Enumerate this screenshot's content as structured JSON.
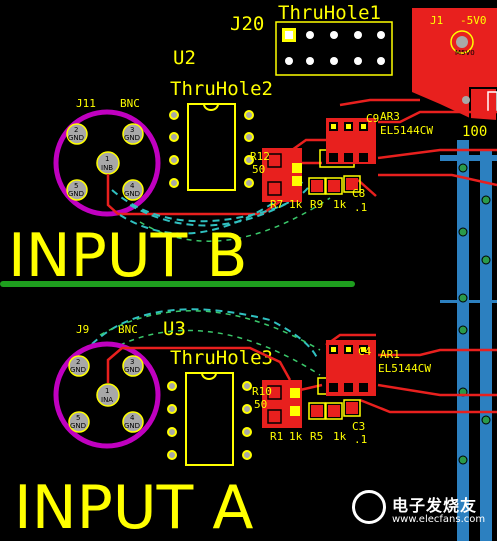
{
  "labels": {
    "j20": "J20",
    "thruhole1": "ThruHole1",
    "j1": "J1",
    "j1_5v": "-5V0",
    "j1_m5v0": "M5V0",
    "u2": "U2",
    "thruhole2": "ThruHole2",
    "j11": "J11",
    "bnc_top": "BNC",
    "ar3": "AR3",
    "el5144cw_top": "EL5144CW",
    "r12": "R12",
    "r12_val": "50",
    "r7": "R7",
    "r7_val": "1k",
    "r9": "R9",
    "r9_val": "1k",
    "c8": "C8",
    "c8_val": ".1",
    "c9": "C9",
    "edge_100": "100",
    "input_b": "INPUT B",
    "j9": "J9",
    "bnc_bot": "BNC",
    "u3": "U3",
    "thruhole3": "ThruHole3",
    "ar1": "AR1",
    "el5144cw_bot": "EL5144CW",
    "r10": "R10",
    "r10_val": "50",
    "r1": "R1",
    "r1_val": "1k",
    "r5": "R5",
    "r5_val": "1k",
    "c3": "C3",
    "c3_val": ".1",
    "c4": "C4",
    "input_a": "INPUT A"
  },
  "pads": {
    "j11": [
      "2",
      "GND",
      "3",
      "GND",
      "1",
      "INB",
      "5",
      "GND",
      "4",
      "GND"
    ],
    "j9": [
      "2",
      "GND",
      "3",
      "GND",
      "1",
      "INA",
      "5",
      "GND",
      "4",
      "GND"
    ]
  },
  "watermark": {
    "title": "电子发烧友",
    "url": "www.elecfans.com"
  },
  "colors": {
    "background": "#000000",
    "silkscreen": "#ffff00",
    "copper_top": "#e8201e",
    "ground_divider": "#1e9e1e",
    "bottom_trace": "#2c80c0",
    "keepout_ring": "#c000c0",
    "via": "#a8a8a8",
    "ratsnest": "#30c0c0"
  }
}
